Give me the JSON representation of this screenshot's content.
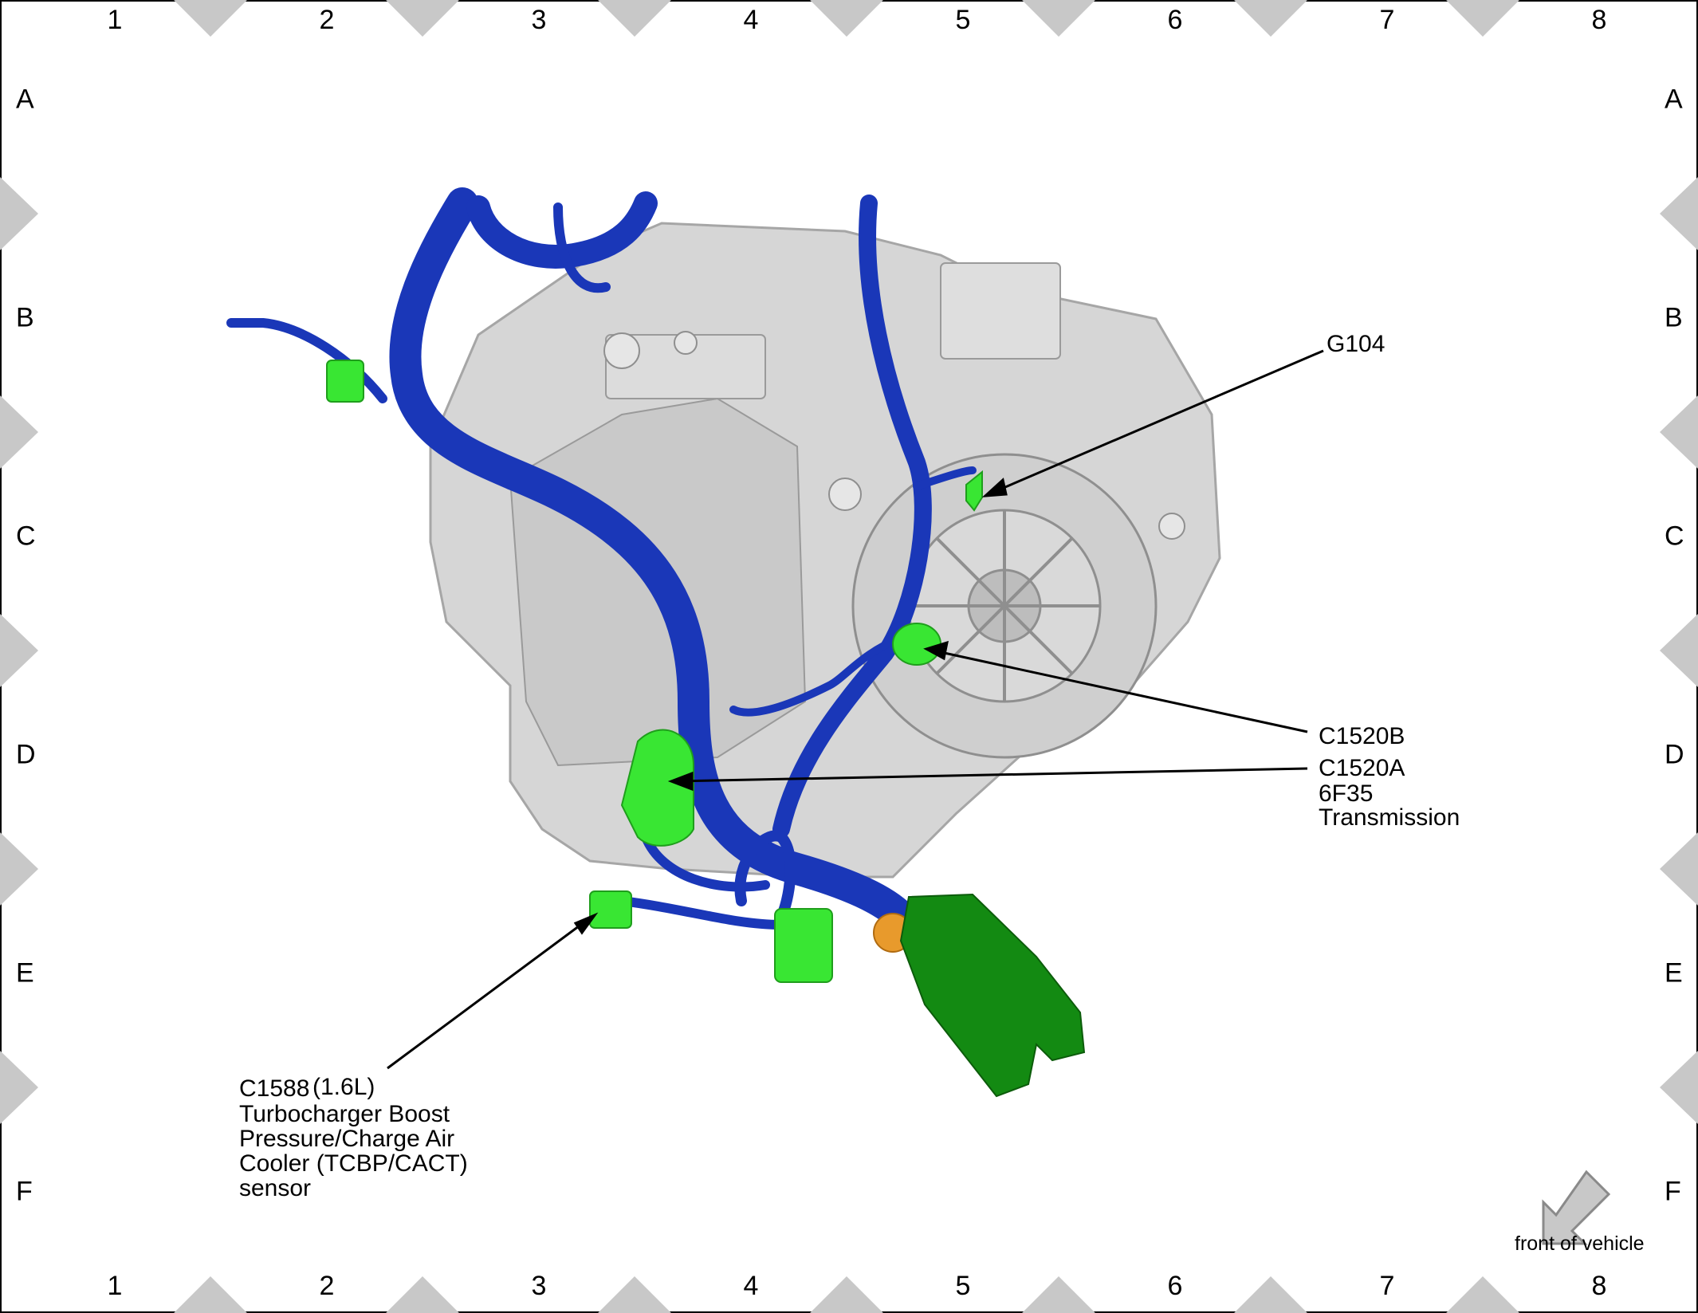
{
  "grid": {
    "columns": [
      "1",
      "2",
      "3",
      "4",
      "5",
      "6",
      "7",
      "8"
    ],
    "rows": [
      "A",
      "B",
      "C",
      "D",
      "E",
      "F"
    ]
  },
  "labels": {
    "g104": "G104",
    "c1520b": "C1520B",
    "c1520a": "C1520A",
    "transmission_model": "6F35",
    "transmission": "Transmission",
    "c1588_code": "C1588",
    "c1588_variant": "(1.6L)",
    "c1588_line1": "Turbocharger Boost",
    "c1588_line2": "Pressure/Charge Air",
    "c1588_line3": "Cooler (TCBP/CACT)",
    "c1588_line4": "sensor"
  },
  "orientation": {
    "text": "front of vehicle",
    "icon": "arrow-down-left-icon"
  },
  "colors": {
    "harness": "#1a37b8",
    "connector": "#39e633",
    "connector_dark": "#138a12",
    "housing": "#d6d6d6",
    "grommet": "#e89a2c",
    "border_tab": "#c8c8c8"
  }
}
